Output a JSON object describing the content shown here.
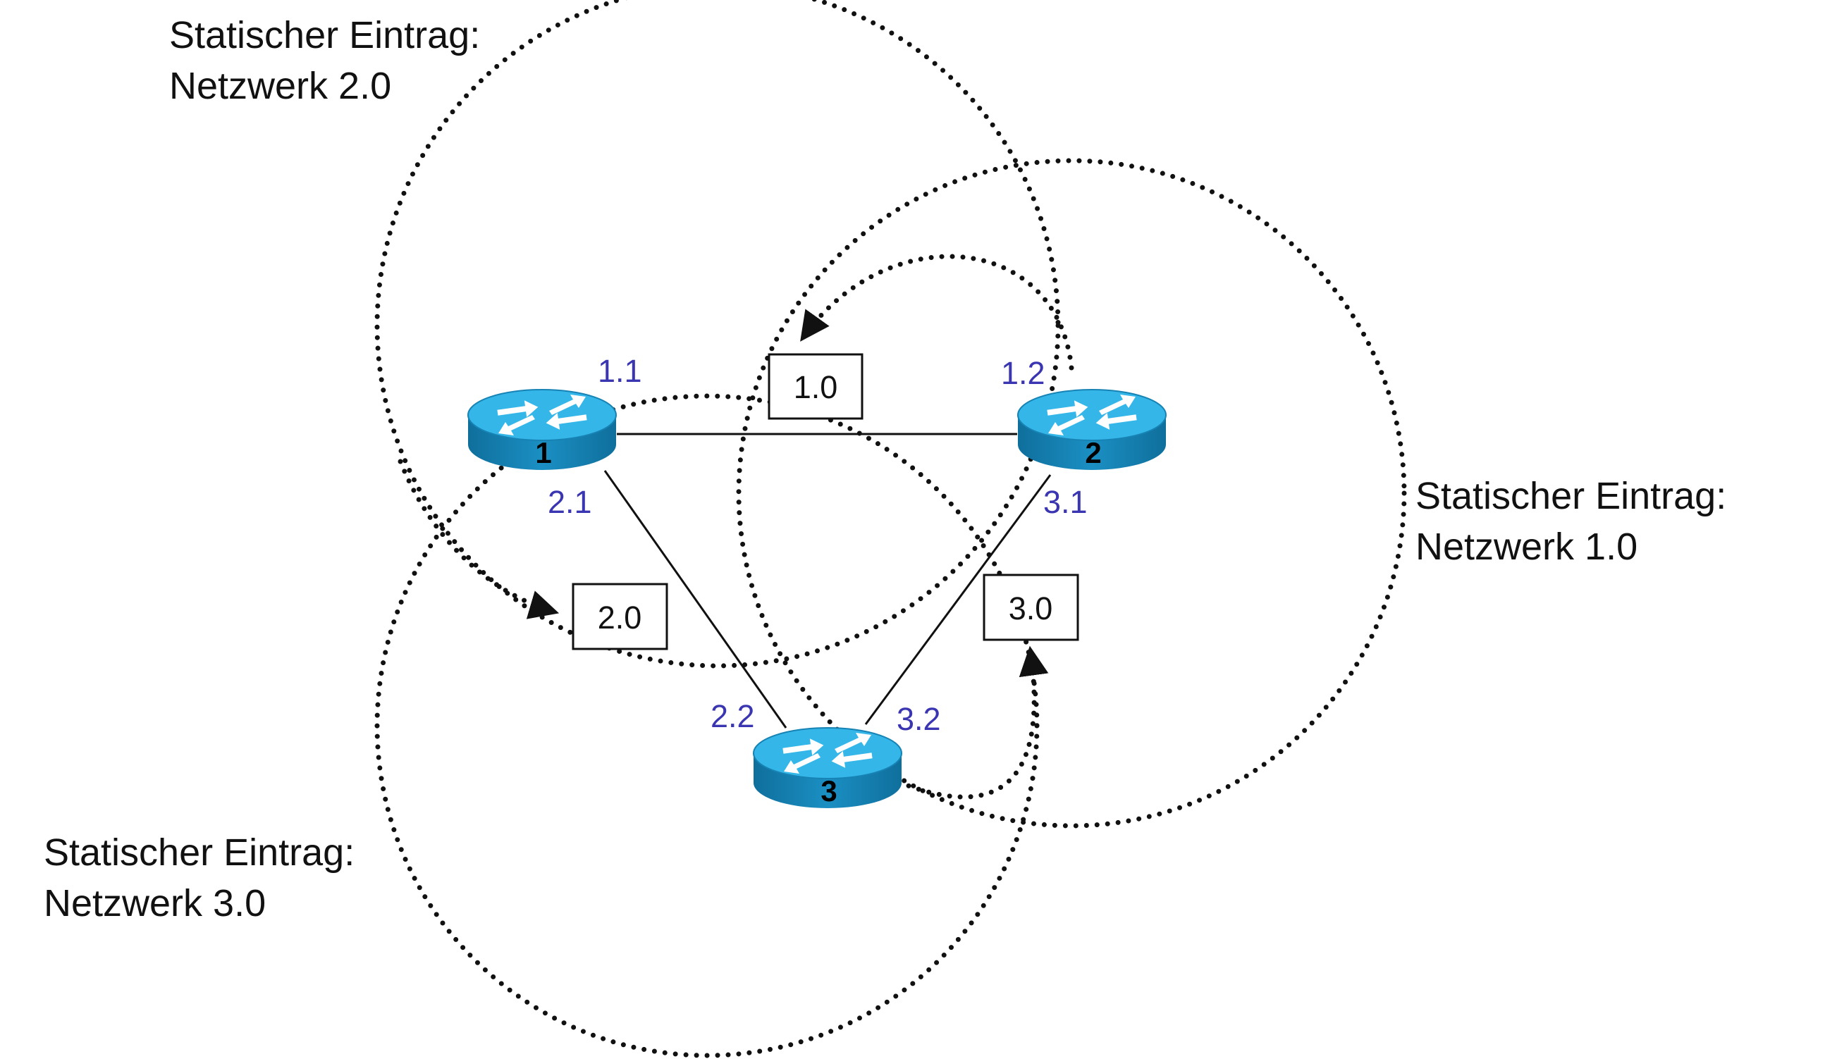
{
  "annotations": {
    "top_left": {
      "line1": "Statischer Eintrag:",
      "line2": "Netzwerk 2.0"
    },
    "right": {
      "line1": "Statischer Eintrag:",
      "line2": "Netzwerk 1.0"
    },
    "bottom_left": {
      "line1": "Statischer Eintrag:",
      "line2": "Netzwerk 3.0"
    }
  },
  "routers": {
    "r1": {
      "label": "1",
      "icon": "router-icon"
    },
    "r2": {
      "label": "2",
      "icon": "router-icon"
    },
    "r3": {
      "label": "3",
      "icon": "router-icon"
    }
  },
  "interfaces": {
    "r1_net1": "1.1",
    "r2_net1": "1.2",
    "r1_net2": "2.1",
    "r3_net2": "2.2",
    "r2_net3": "3.1",
    "r3_net3": "3.2"
  },
  "networks": {
    "net1": "1.0",
    "net2": "2.0",
    "net3": "3.0"
  },
  "colors": {
    "router_top": "#2fb0e4",
    "router_body": "#1a86b8",
    "interface_text": "#3a35b0",
    "lines": "#111111"
  }
}
